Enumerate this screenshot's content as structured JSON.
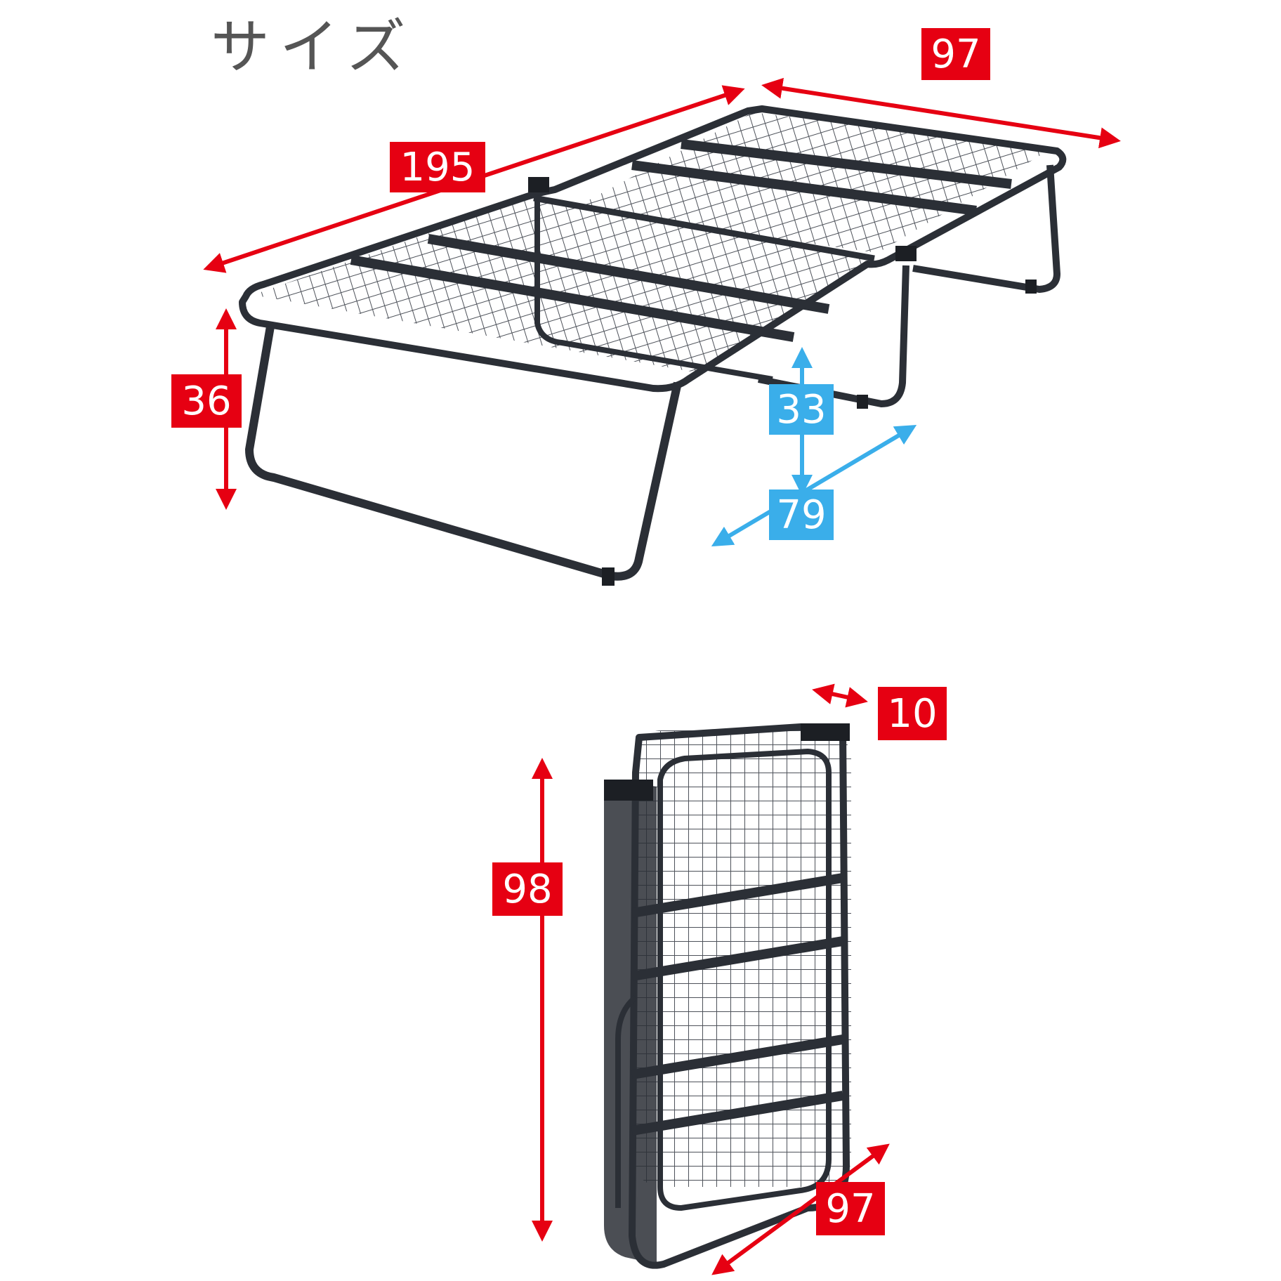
{
  "title": "サイズ",
  "colors": {
    "red": "#e60012",
    "blue": "#3aaeea",
    "frame": "#2b2f36",
    "title": "#555555"
  },
  "labels": {
    "length": "195",
    "width": "97",
    "height": "36",
    "under_clearance": "33",
    "leg_span": "79",
    "folded_thickness": "10",
    "folded_height": "98",
    "folded_width": "97"
  }
}
